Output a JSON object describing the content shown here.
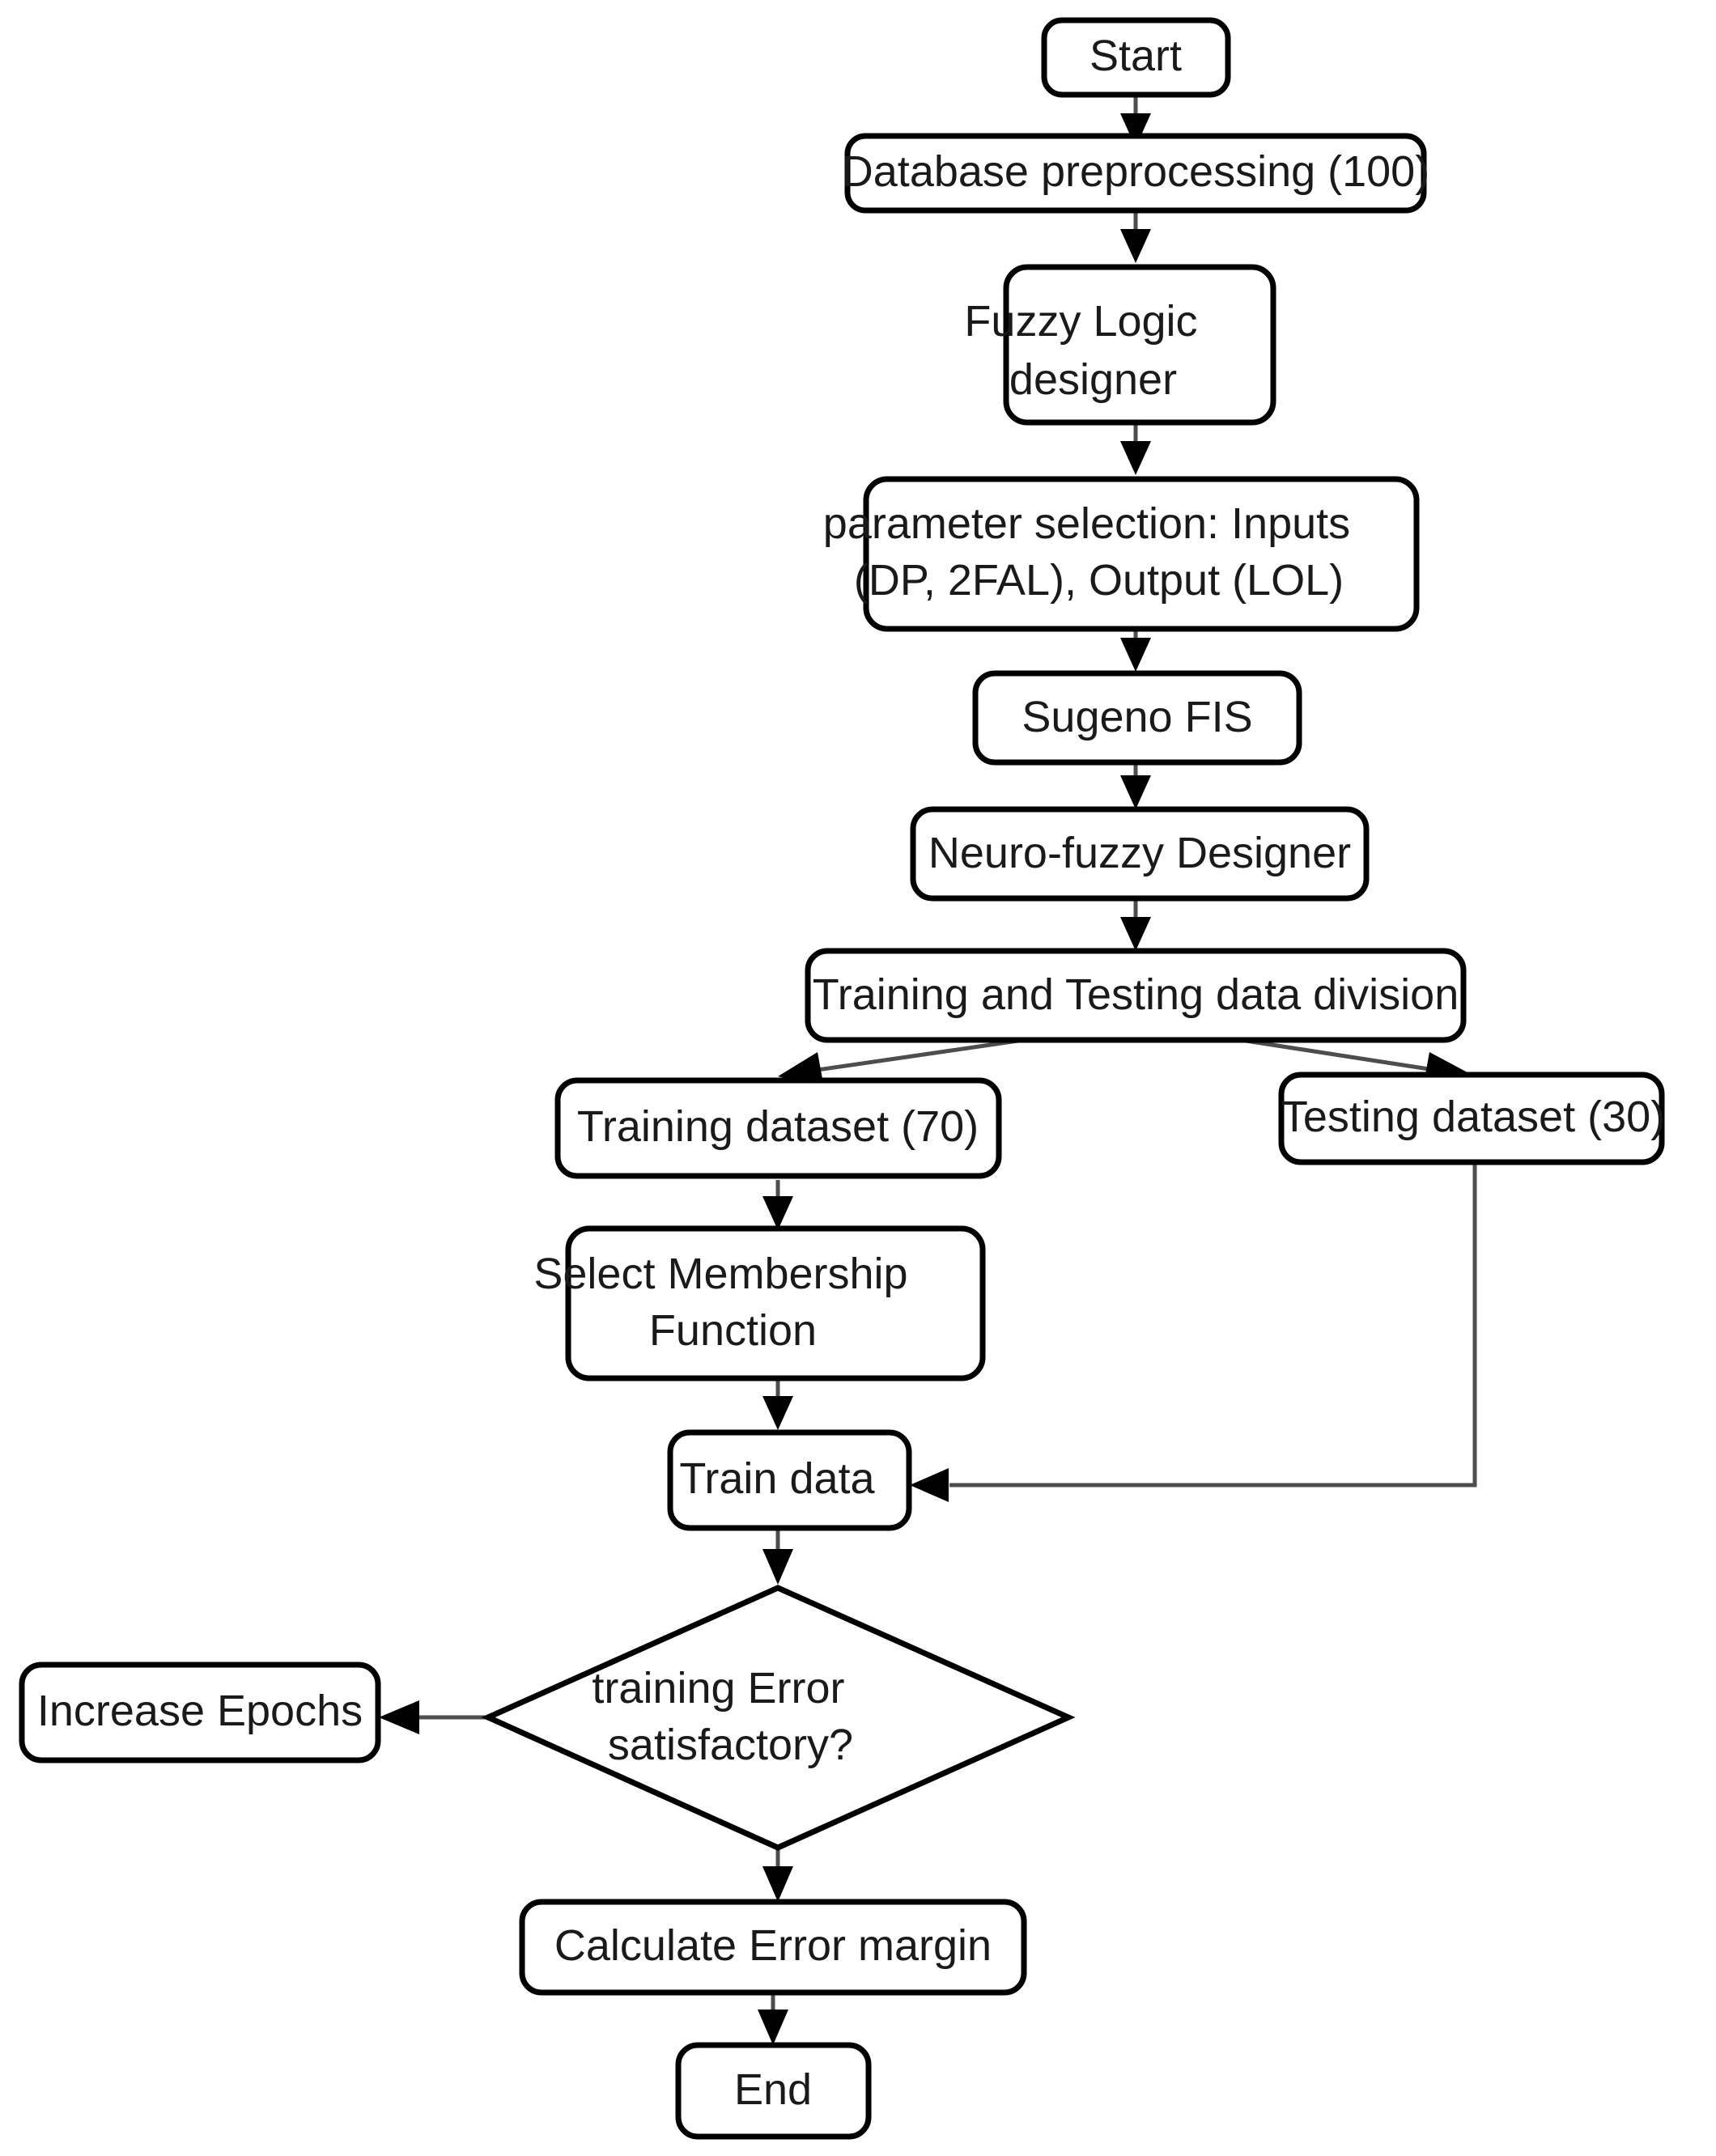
{
  "diagram": {
    "title": "ANFIS modelling flowchart",
    "type": "flowchart",
    "background_color": "#ffffff",
    "node_fill": "#ffffff",
    "node_stroke": "#000000",
    "edge_color": "#4d4d4d",
    "text_color": "#1a1a1a"
  },
  "nodes": [
    {
      "id": "start",
      "shape": "rounded-rect",
      "label": "Start",
      "lines": [
        "Start"
      ]
    },
    {
      "id": "preprocess",
      "shape": "rounded-rect",
      "label": "Database preprocessing (100)",
      "lines": [
        "Database preprocessing (100)"
      ]
    },
    {
      "id": "fuzzy",
      "shape": "rounded-rect",
      "label": "Fuzzy Logic designer",
      "lines": [
        "Fuzzy Logic",
        "designer"
      ]
    },
    {
      "id": "params",
      "shape": "rounded-rect",
      "label": "parameter selection: Inputs (DP, 2FAL), Output (LOL)",
      "lines": [
        "parameter selection: Inputs",
        "(DP, 2FAL), Output (LOL)"
      ]
    },
    {
      "id": "sugeno",
      "shape": "rounded-rect",
      "label": "Sugeno FIS",
      "lines": [
        "Sugeno FIS"
      ]
    },
    {
      "id": "neurofuzzy",
      "shape": "rounded-rect",
      "label": "Neuro-fuzzy Designer",
      "lines": [
        "Neuro-fuzzy Designer"
      ]
    },
    {
      "id": "division",
      "shape": "rounded-rect",
      "label": "Training and Testing data division",
      "lines": [
        "Training and Testing data division"
      ]
    },
    {
      "id": "trainset",
      "shape": "rounded-rect",
      "label": "Training dataset (70)",
      "lines": [
        "Training dataset (70)"
      ]
    },
    {
      "id": "testset",
      "shape": "rounded-rect",
      "label": "Testing dataset (30)",
      "lines": [
        "Testing dataset (30)"
      ]
    },
    {
      "id": "membership",
      "shape": "rounded-rect",
      "label": "Select Membership Function",
      "lines": [
        "Select Membership",
        "Function"
      ]
    },
    {
      "id": "traindata",
      "shape": "rounded-rect",
      "label": "Train data",
      "lines": [
        "Train data"
      ]
    },
    {
      "id": "decision",
      "shape": "diamond",
      "label": "training Error satisfactory?",
      "lines": [
        "training Error",
        "satisfactory?"
      ]
    },
    {
      "id": "epochs",
      "shape": "rounded-rect",
      "label": "Increase Epochs",
      "lines": [
        "Increase Epochs"
      ]
    },
    {
      "id": "errormargin",
      "shape": "rounded-rect",
      "label": "Calculate Error margin",
      "lines": [
        "Calculate Error margin"
      ]
    },
    {
      "id": "end",
      "shape": "rounded-rect",
      "label": "End",
      "lines": [
        "End"
      ]
    }
  ],
  "edges": [
    {
      "from": "start",
      "to": "preprocess",
      "label": ""
    },
    {
      "from": "preprocess",
      "to": "fuzzy",
      "label": ""
    },
    {
      "from": "fuzzy",
      "to": "params",
      "label": ""
    },
    {
      "from": "params",
      "to": "sugeno",
      "label": ""
    },
    {
      "from": "sugeno",
      "to": "neurofuzzy",
      "label": ""
    },
    {
      "from": "neurofuzzy",
      "to": "division",
      "label": ""
    },
    {
      "from": "division",
      "to": "trainset",
      "label": ""
    },
    {
      "from": "division",
      "to": "testset",
      "label": ""
    },
    {
      "from": "trainset",
      "to": "membership",
      "label": ""
    },
    {
      "from": "membership",
      "to": "traindata",
      "label": ""
    },
    {
      "from": "testset",
      "to": "traindata",
      "label": ""
    },
    {
      "from": "traindata",
      "to": "decision",
      "label": ""
    },
    {
      "from": "decision",
      "to": "epochs",
      "label": ""
    },
    {
      "from": "decision",
      "to": "errormargin",
      "label": ""
    },
    {
      "from": "errormargin",
      "to": "end",
      "label": ""
    }
  ]
}
